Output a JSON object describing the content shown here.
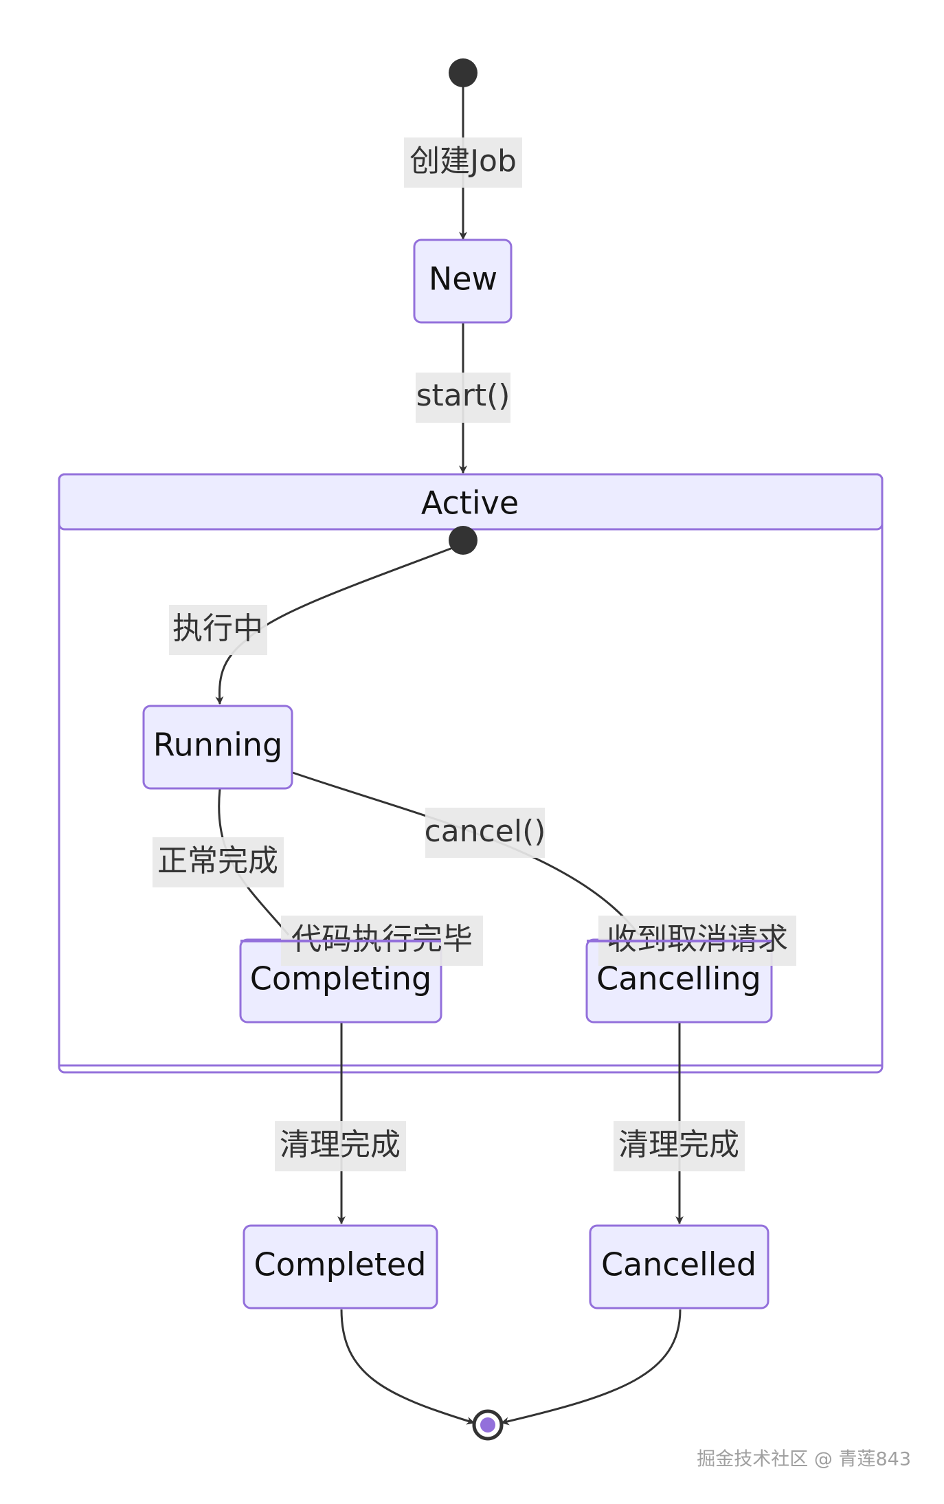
{
  "states": {
    "new": "New",
    "active": "Active",
    "running": "Running",
    "completing": "Completing",
    "cancelling": "Cancelling",
    "completed": "Completed",
    "cancelled": "Cancelled"
  },
  "transitions": {
    "create_job": "创建Job",
    "start": "start()",
    "executing": "执行中",
    "normal_complete": "正常完成",
    "code_done": "代码执行完毕",
    "cancel": "cancel()",
    "cancel_received": "收到取消请求",
    "cleanup_completed": "清理完成",
    "cleanup_cancelled": "清理完成"
  },
  "watermark": "掘金技术社区 @ 青莲843",
  "colors": {
    "state_fill": "#ececff",
    "state_border": "#9370db",
    "edge": "#333333",
    "end_inner": "#9370db"
  }
}
